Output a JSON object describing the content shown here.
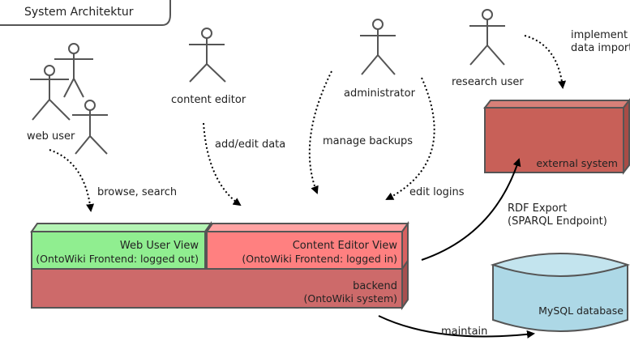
{
  "frame": {
    "title": "System Architektur"
  },
  "actors": {
    "web_user": "web user",
    "content_editor": "content editor",
    "administrator": "administrator",
    "research_user": "research user"
  },
  "actions": {
    "browse_search": "browse, search",
    "add_edit_data": "add/edit data",
    "manage_backups": "manage backups",
    "edit_logins": "edit logins",
    "implement_line1": "implement",
    "implement_line2": "data import",
    "rdf_export_line1": "RDF Export",
    "rdf_export_line2": "(SPARQL Endpoint)",
    "maintain": "maintain"
  },
  "components": {
    "web_user_view": {
      "line1": "Web User View",
      "line2": "(OntoWiki Frontend: logged out)",
      "color": "#90ee90"
    },
    "content_editor_view": {
      "line1": "Content Editor View",
      "line2": "(OntoWiki Frontend: logged in)",
      "color": "#ff8080"
    },
    "backend": {
      "line1": "backend",
      "line2": "(OntoWiki system)",
      "color": "#cd6a6a"
    },
    "external_system": {
      "line1": "external system",
      "color": "#c86058"
    },
    "mysql": {
      "line1": "MySQL database",
      "color": "#add8e6"
    }
  }
}
